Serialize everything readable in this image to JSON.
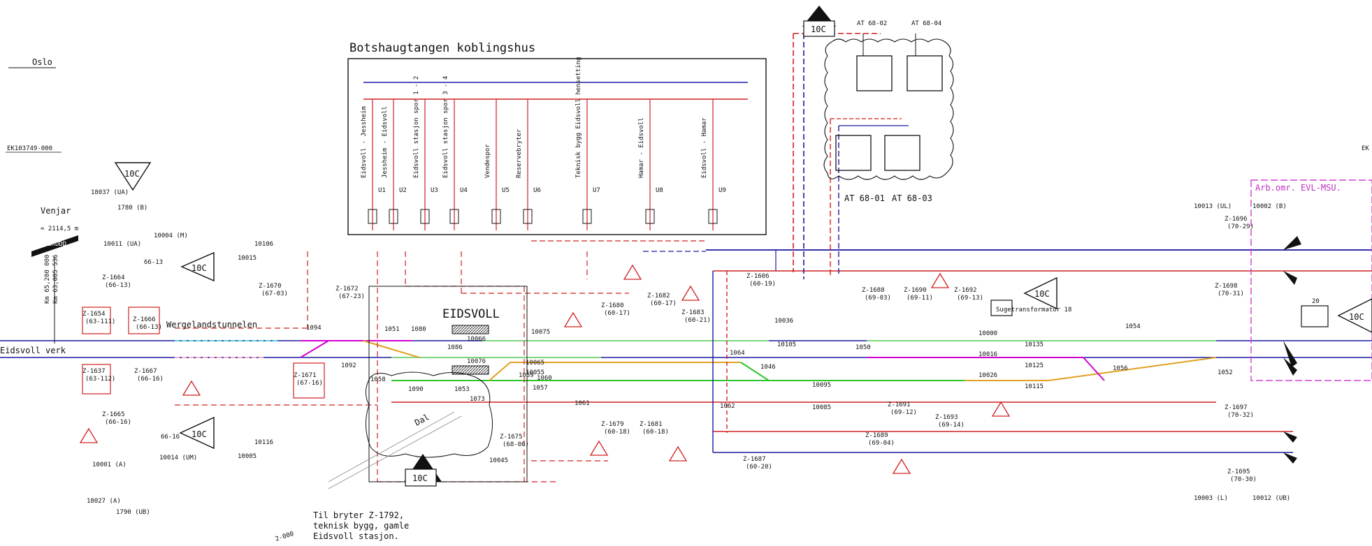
{
  "texts": {
    "oslo": "Oslo",
    "doc_ref": "EK103749-000",
    "doc_ref_right": "EK",
    "venjar": "Venjar",
    "brudd_km": "≈ 2114,5 m",
    "brudd": "BRUDD",
    "km1": "Km 65,200 000",
    "km2": "Km 63,085 536",
    "eidsvoll_verk": "Eidsvoll verk",
    "wergeland": "Wergelandstunnelen",
    "koblingshus_title": "Botshaugtangen koblingshus",
    "eidsvoll": "EIDSVOLL",
    "dal": "Dal",
    "til_bryter_1": "Til bryter Z-1792,",
    "til_bryter_2": "teknisk bygg, gamle",
    "til_bryter_3": "Eidsvoll stasjon.",
    "sugetrafo": "Sugetransformator 18",
    "arb_omr": "Arb.omr. EVL-MSU.",
    "at_top_left": "AT 68-02",
    "at_top_right": "AT 68-04",
    "at_bot_left": "AT 68-01",
    "at_bot_right": "AT 68-03",
    "feeder_10c": "10C",
    "feeder_20": "20",
    "km_bottom": "2-000"
  },
  "feeders": [
    "Eidsvoll - Jessheim",
    "Jessheim - Eidsvoll",
    "Eidsvoll stasjon spor 1 - 2",
    "Eidsvoll stasjon spor 3 - 4",
    "Vendespor",
    "Reservebryter",
    "Teknisk bygg Eidsvoll hensetting",
    "Hamar - Eidsvoll",
    "Eidsvoll - Hamar"
  ],
  "feeder_codes": [
    "U1",
    "U2",
    "U3",
    "U4",
    "U5",
    "U6",
    "U7",
    "U8",
    "U9"
  ],
  "switches": [
    {
      "id": "Z-1664",
      "ref": "(66-13)"
    },
    {
      "id": "Z-1666",
      "ref": "(66-13)"
    },
    {
      "id": "Z-1654",
      "ref": "(63-111)"
    },
    {
      "id": "Z-1637",
      "ref": "(63-112)"
    },
    {
      "id": "Z-1667",
      "ref": "(66-16)"
    },
    {
      "id": "Z-1665",
      "ref": "(66-16)"
    },
    {
      "id": "Z-1670",
      "ref": "(67-03)"
    },
    {
      "id": "Z-1672",
      "ref": "(67-23)"
    },
    {
      "id": "Z-1671",
      "ref": "(67-16)"
    },
    {
      "id": "Z-1680",
      "ref": "(60-17)"
    },
    {
      "id": "Z-1682",
      "ref": "(60-17)"
    },
    {
      "id": "Z-1683",
      "ref": "(60-21)"
    },
    {
      "id": "Z-1679",
      "ref": "(60-18)"
    },
    {
      "id": "Z-1681",
      "ref": "(60-18)"
    },
    {
      "id": "Z-1675",
      "ref": "(68-06)"
    },
    {
      "id": "Z-1606",
      "ref": "(60-19)"
    },
    {
      "id": "Z-1687",
      "ref": "(60-20)"
    },
    {
      "id": "Z-1688",
      "ref": "(69-03)"
    },
    {
      "id": "Z-1690",
      "ref": "(69-11)"
    },
    {
      "id": "Z-1692",
      "ref": "(69-13)"
    },
    {
      "id": "Z-1691",
      "ref": "(69-12)"
    },
    {
      "id": "Z-1693",
      "ref": "(69-14)"
    },
    {
      "id": "Z-1689",
      "ref": "(69-04)"
    },
    {
      "id": "Z-1696",
      "ref": "(70-29)"
    },
    {
      "id": "Z-1698",
      "ref": "(70-31)"
    },
    {
      "id": "Z-1697",
      "ref": "(70-32)"
    },
    {
      "id": "Z-1695",
      "ref": "(70-30)"
    }
  ],
  "misc_labels": {
    "b18037": "18037 (UA)",
    "b1780": "1780 (B)",
    "b10011": "10011 (UA)",
    "b10004": "10004 (M)",
    "b66_13": "66-13",
    "b10106": "10106",
    "b10015": "10015",
    "b10116": "10116",
    "b10005": "10005",
    "b10001": "10001 (A)",
    "b10014": "10014 (UM)",
    "b18027": "18027 (A)",
    "b1790": "1790 (UB)",
    "b66_16": "66-16",
    "b10075": "10075",
    "b10066": "10066",
    "b10076": "10076",
    "b10065": "10065",
    "b10055": "10055",
    "b10045": "10045",
    "b10036": "10036",
    "b10105": "10105",
    "b10095": "10095",
    "b10085": "10085",
    "b10016": "10016",
    "b10026": "10026",
    "b10135": "10135",
    "b10125": "10125",
    "b10115": "10115",
    "b10013": "10013 (UL)",
    "b10002": "10002 (B)",
    "b10003": "10003 (L)",
    "b10012": "10012 (UB)",
    "b10000": "10000",
    "w1094": "1094",
    "w1092": "1092",
    "w1051": "1051",
    "w1080": "1080",
    "w1086": "1086",
    "w1090": "1090",
    "w1053": "1053",
    "w1073": "1073",
    "w1058": "1058",
    "w1060": "1060",
    "w1057": "1057",
    "w1059": "1059",
    "w1061": "1061",
    "w1062": "1062",
    "w1064": "1064",
    "w1046": "1046",
    "w1050": "1050",
    "w1054": "1054",
    "w1056": "1056",
    "w1052": "1052"
  }
}
